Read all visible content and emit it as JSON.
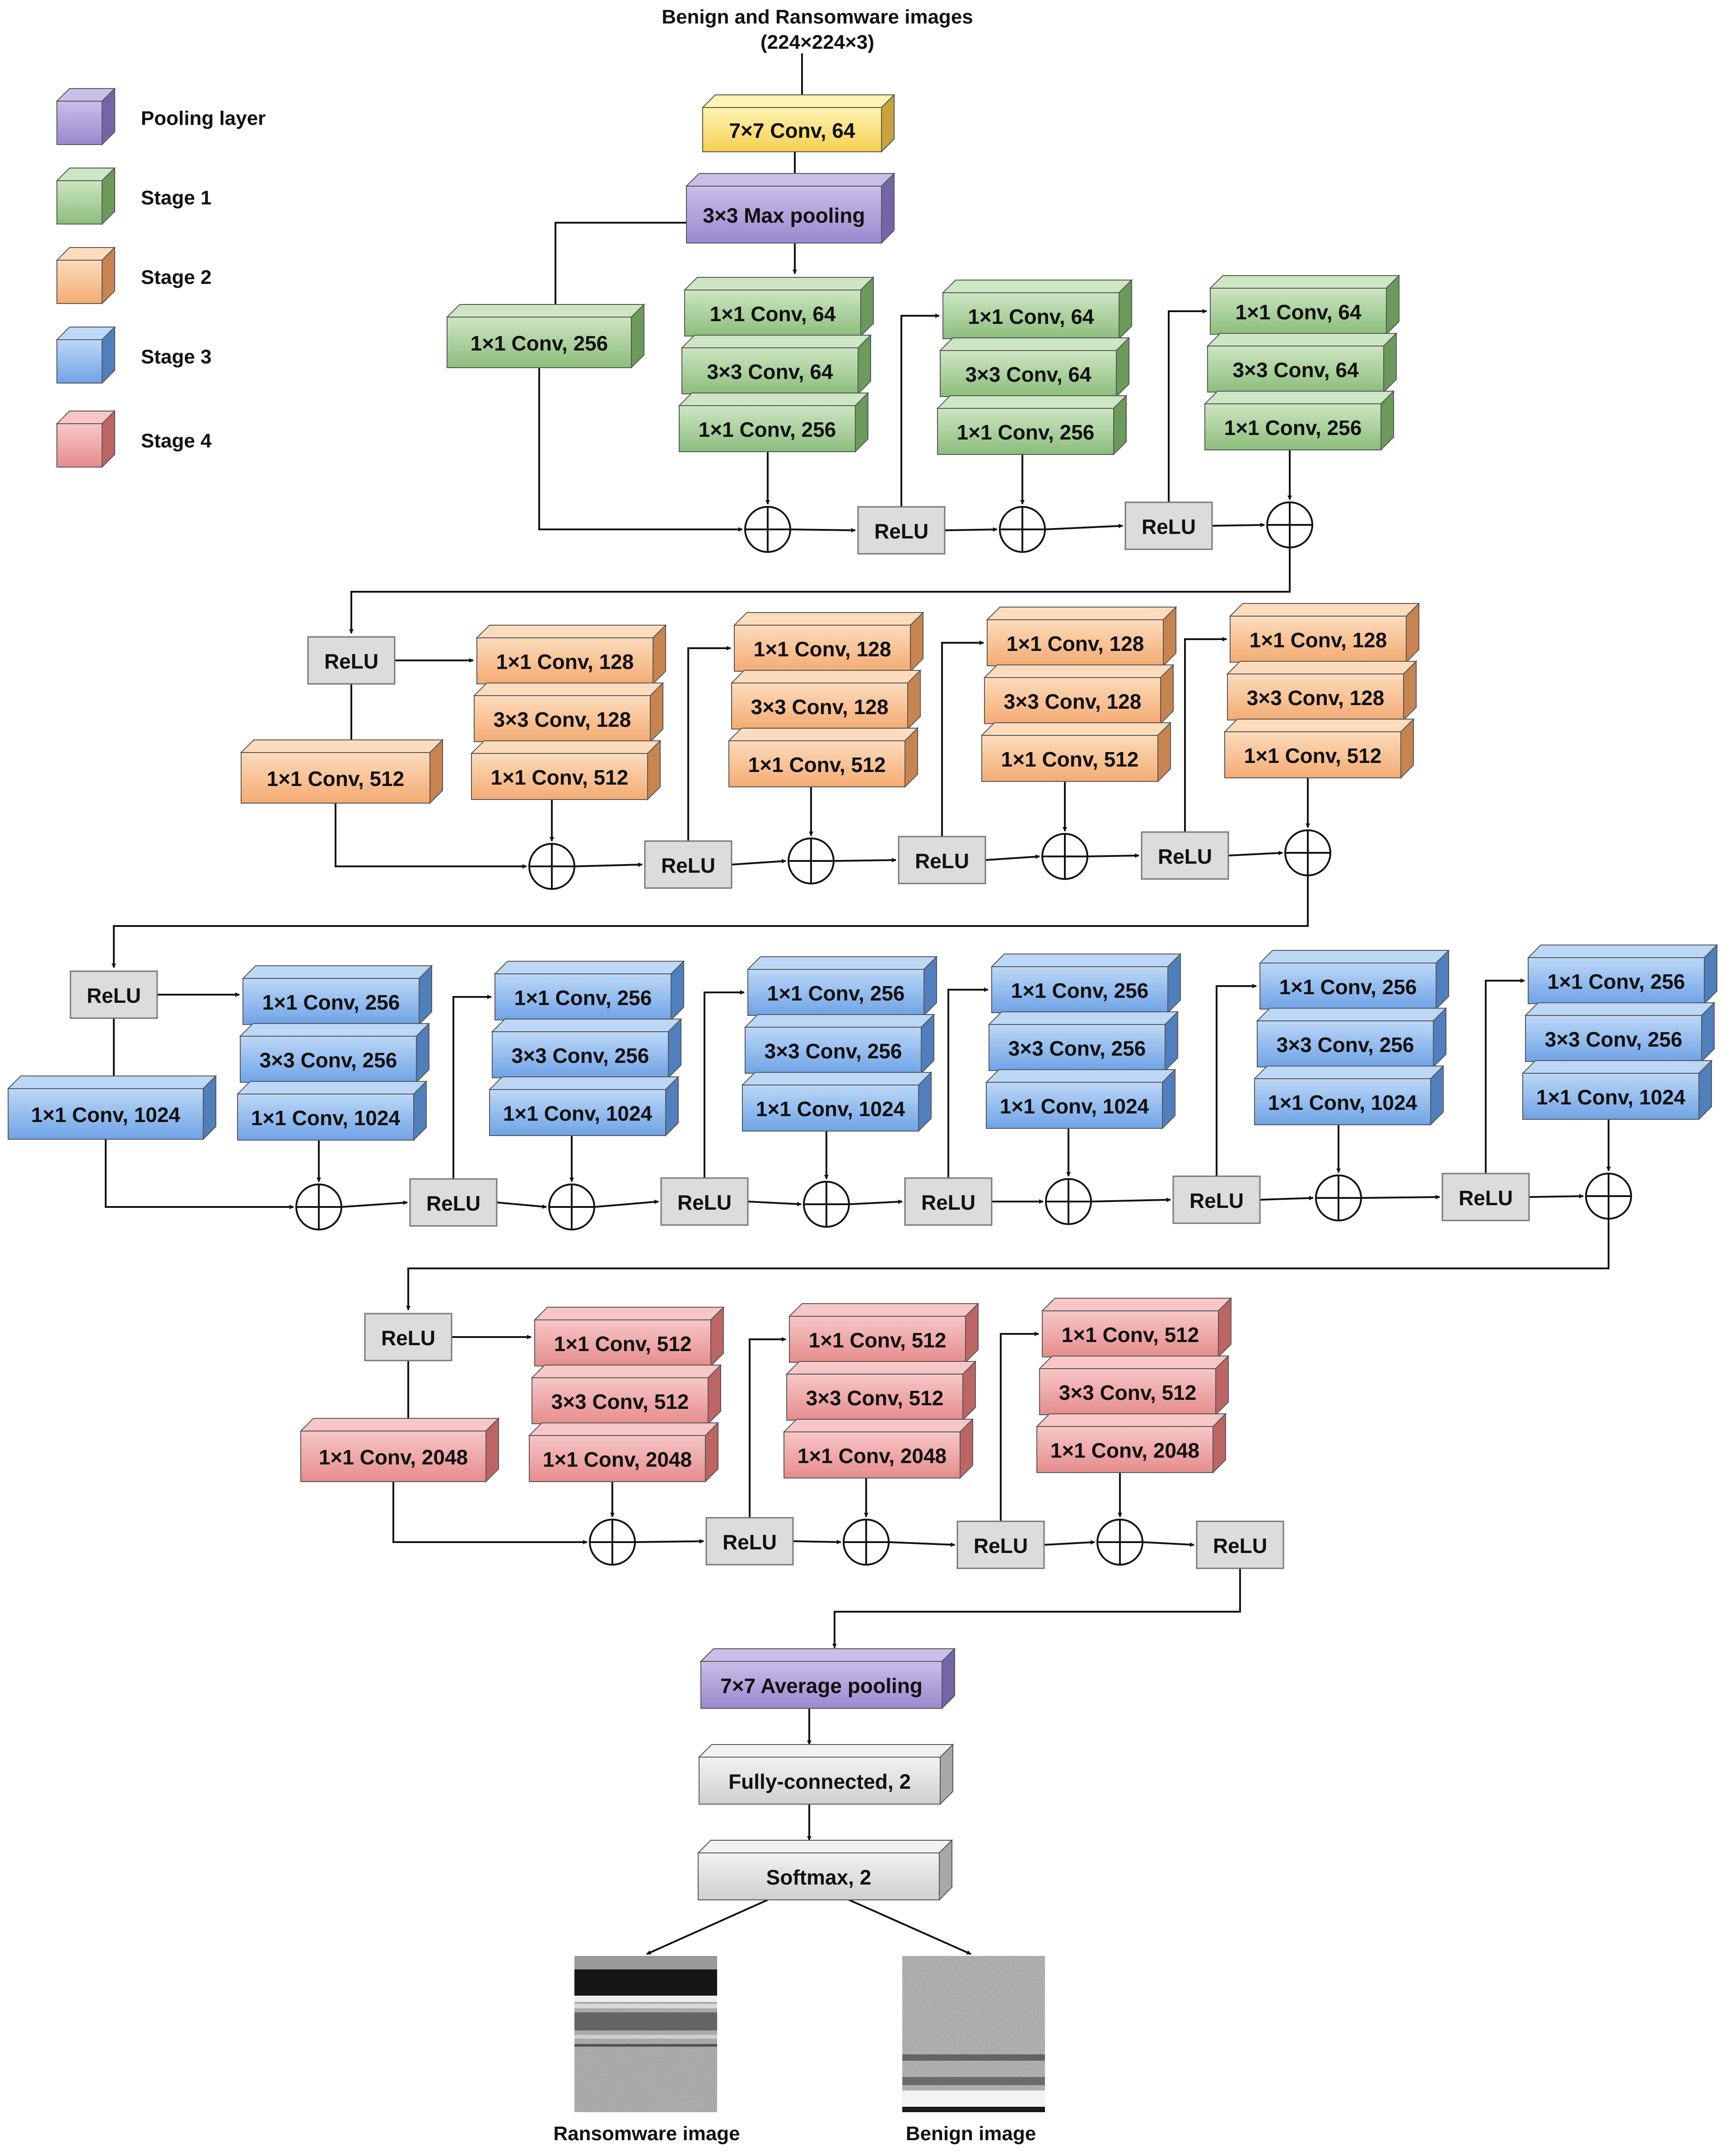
{
  "input": {
    "title": "Benign and Ransomware images",
    "size": "(224×224×3)"
  },
  "legend": [
    {
      "label": "Pooling layer",
      "color": "purple"
    },
    {
      "label": "Stage 1",
      "color": "green"
    },
    {
      "label": "Stage 2",
      "color": "orange"
    },
    {
      "label": "Stage 3",
      "color": "blue"
    },
    {
      "label": "Stage 4",
      "color": "red"
    }
  ],
  "colors": {
    "yellow": [
      "#fff4b3",
      "#f6cf52",
      "#c8a23a"
    ],
    "purple": [
      "#c9bfe8",
      "#9a88cf",
      "#7564a7"
    ],
    "green": [
      "#cde6c3",
      "#8cbd7b",
      "#6b9a5b"
    ],
    "orange": [
      "#fcdcbd",
      "#f4ab73",
      "#c8844f"
    ],
    "blue": [
      "#bdd8f7",
      "#6fa3e6",
      "#4f7fbd"
    ],
    "red": [
      "#f7c7c7",
      "#e68c8c",
      "#bd6565"
    ],
    "gray": [
      "#f2f2f2",
      "#cfcfcf",
      "#a8a8a8"
    ],
    "relu": "#dcdcdc"
  },
  "pre": {
    "conv": "7×7 Conv, 64",
    "pool": "3×3 Max pooling"
  },
  "stages": [
    {
      "name": "stage1",
      "shortcut": "1×1 Conv, 256",
      "block": [
        "1×1 Conv, 64",
        "3×3  Conv, 64",
        "1×1 Conv, 256"
      ],
      "blocks": 3
    },
    {
      "name": "stage2",
      "shortcut": "1×1 Conv, 512",
      "block": [
        "1×1 Conv, 128",
        "3×3  Conv, 128",
        "1×1 Conv, 512"
      ],
      "blocks": 4
    },
    {
      "name": "stage3",
      "shortcut": "1×1 Conv, 1024",
      "block": [
        "1×1 Conv, 256",
        "3×3  Conv, 256",
        "1×1 Conv, 1024"
      ],
      "blocks": 6
    },
    {
      "name": "stage4",
      "shortcut": "1×1 Conv, 2048",
      "block": [
        "1×1 Conv, 512",
        "3×3  Conv, 512",
        "1×1 Conv, 2048"
      ],
      "blocks": 3
    }
  ],
  "relu_label": "ReLU",
  "head": {
    "avgpool": "7×7 Average pooling",
    "fc": "Fully-connected, 2",
    "softmax": "Softmax, 2"
  },
  "outputs": [
    "Ransomware image",
    "Benign image"
  ]
}
